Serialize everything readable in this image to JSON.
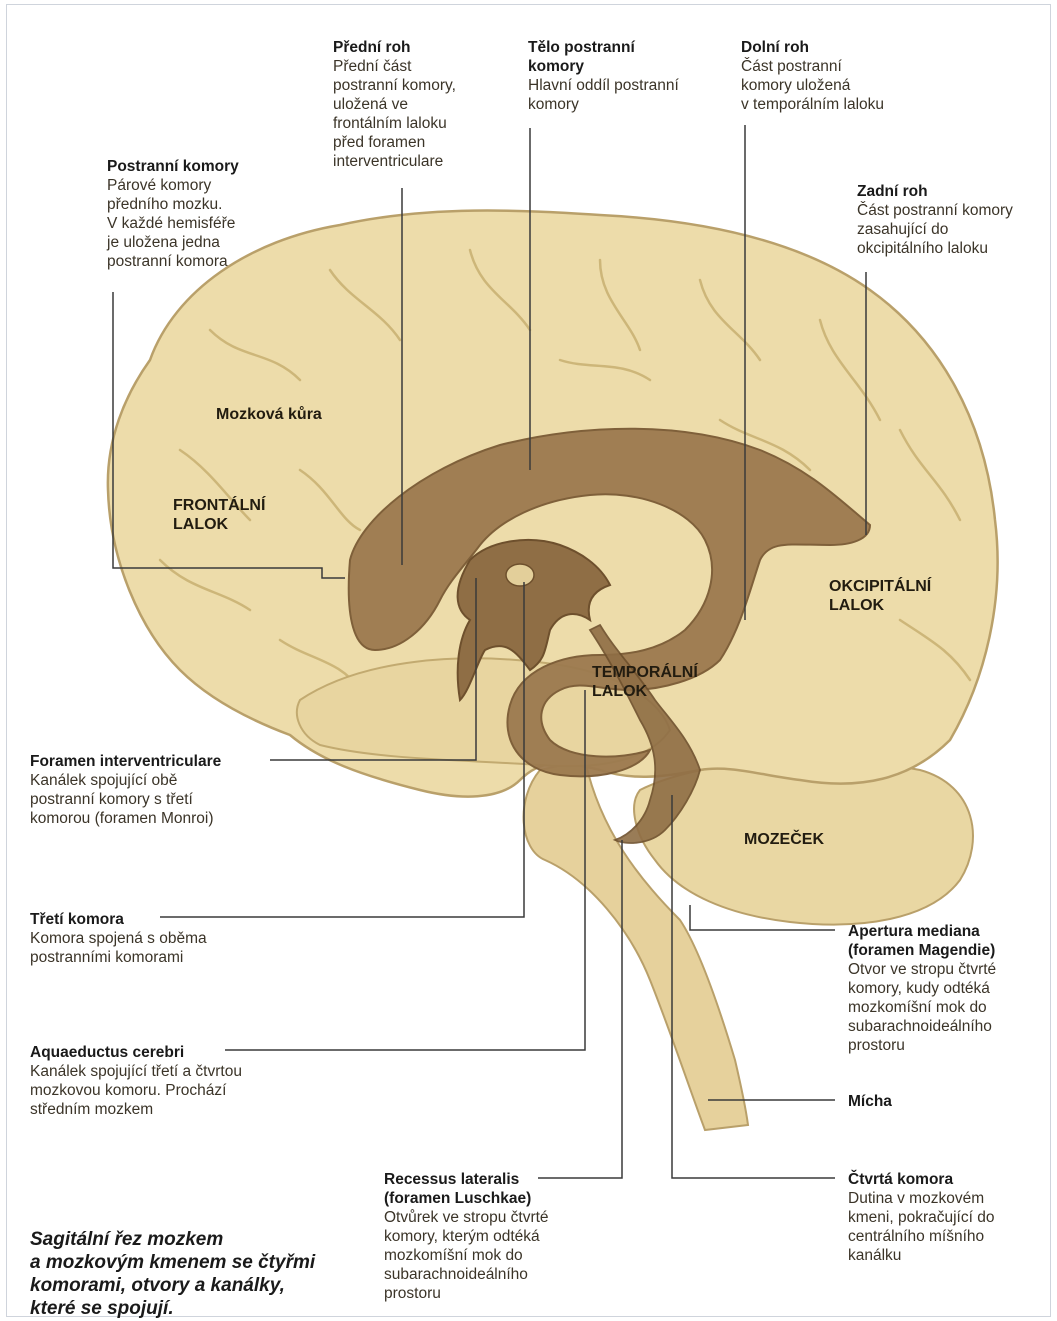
{
  "colors": {
    "brain_fill": "#eddcaa",
    "brain_stroke": "#b9a06a",
    "ventricle_fill": "#9c7a4f",
    "ventricle_dark": "#7a5a35",
    "leader_line": "#3a3a3a"
  },
  "labels": {
    "postranni_komory": {
      "title": "Postranní komory",
      "desc": "Párové komory\npředního mozku.\nV každé hemisféře\nje uložena jedna\npostranní komora"
    },
    "predni_roh": {
      "title": "Přední roh",
      "desc": "Přední část\npostranní komory,\nuložená ve\nfrontálním laloku\npřed foramen\ninterventriculare"
    },
    "telo_postranni_komory": {
      "title": "Tělo postranní\nkomory",
      "desc": "Hlavní oddíl postranní\nkomory"
    },
    "dolni_roh": {
      "title": "Dolní roh",
      "desc": "Část postranní\nkomory uložená\nv temporálním laloku"
    },
    "zadni_roh": {
      "title": "Zadní roh",
      "desc": "Část postranní komory\nzasahující do\nokcipitálního laloku"
    },
    "foramen_interventriculare": {
      "title": "Foramen interventriculare",
      "desc": "Kanálek spojující obě\npostranní komory s třetí\nkomorou (foramen Monroi)"
    },
    "treti_komora": {
      "title": "Třetí komora",
      "desc": "Komora spojená s oběma\npostranními komorami"
    },
    "aquaeductus_cerebri": {
      "title": "Aquaeductus cerebri",
      "desc": "Kanálek spojující třetí a čtvrtou\nmozkovou komoru. Prochází\nstředním mozkem"
    },
    "recessus_lateralis": {
      "title": "Recessus lateralis\n(foramen Luschkae)",
      "desc": "Otvůrek ve stropu čtvrté\nkomory, kterým odtéká\nmozkomíšní mok do\nsubarachnoideálního\nprostoru"
    },
    "apertura_mediana": {
      "title": "Apertura mediana\n(foramen Magendie)",
      "desc": "Otvor ve stropu čtvrté\nkomory, kudy odtéká\nmozkomíšní mok do\nsubarachnoideálního\nprostoru"
    },
    "micha": {
      "title": "Mícha",
      "desc": ""
    },
    "ctvrta_komora": {
      "title": "Čtvrtá komora",
      "desc": "Dutina v mozkovém\nkmeni, pokračující do\ncentrálního míšního\nkanálku"
    }
  },
  "regions": {
    "mozkova_kura": "Mozková kůra",
    "frontalni_lalok": "FRONTÁLNÍ\nLALOK",
    "okcipitalni_lalok": "OKCIPITÁLNÍ\nLALOK",
    "temporalni_lalok": "TEMPORÁLNÍ\nLALOK",
    "mozecek": "MOZEČEK"
  },
  "caption": "Sagitální řez mozkem\na mozkovým kmenem se čtyřmi\nkomorami, otvory a kanálky,\nkteré se spojují."
}
